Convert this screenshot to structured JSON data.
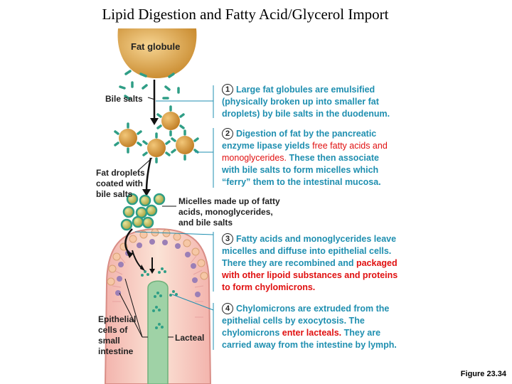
{
  "title": "Lipid Digestion and Fatty Acid/Glycerol Import",
  "labels": {
    "fat_globule": "Fat globule",
    "bile_salts": "Bile salts",
    "fat_droplets_1": "Fat droplets",
    "fat_droplets_2": "coated with",
    "fat_droplets_3": "bile salts",
    "micelles_1": "Micelles made up of fatty",
    "micelles_2": "acids, monoglycerides,",
    "micelles_3": "and bile salts",
    "epithelial_1": "Epithelial",
    "epithelial_2": "cells of",
    "epithelial_3": "small",
    "epithelial_4": "intestine",
    "lacteal": "Lacteal"
  },
  "steps": [
    {
      "num": "1",
      "lines": [
        "Large fat globules are emulsified",
        "(physically broken up into smaller fat",
        "droplets) by bile salts in the duodenum."
      ]
    },
    {
      "num": "2",
      "l1": "Digestion of fat by the pancreatic",
      "l2a": "enzyme lipase yields ",
      "l2b": "free fatty acids and",
      "l3a": "monoglycerides.",
      "l3b": " These then associate",
      "l4": "with bile salts to form micelles which",
      "l5": "“ferry” them to the intestinal mucosa."
    },
    {
      "num": "3",
      "l1": "Fatty acids and monoglycerides leave",
      "l2": "micelles and diffuse into epithelial cells.",
      "l3a": "There they are recombined and ",
      "l3b": "packaged",
      "l4": "with other lipoid substances and proteins",
      "l5": "to form chylomicrons."
    },
    {
      "num": "4",
      "l1": "Chylomicrons are extruded from the",
      "l2": "epithelial cells by exocytosis. The",
      "l3a": "chylomicrons ",
      "l3b": "enter lacteals.",
      "l3c": " They are",
      "l4": "carried away from the intestine by lymph."
    }
  ],
  "figure_label": "Figure 23.34",
  "colors": {
    "fat": "#d9a23f",
    "bile": "#2f9e86",
    "leader": "#1f8fb0",
    "highlight": "#e01010",
    "tissue": "#f0a39d",
    "lacteal": "#9fd2a6"
  }
}
